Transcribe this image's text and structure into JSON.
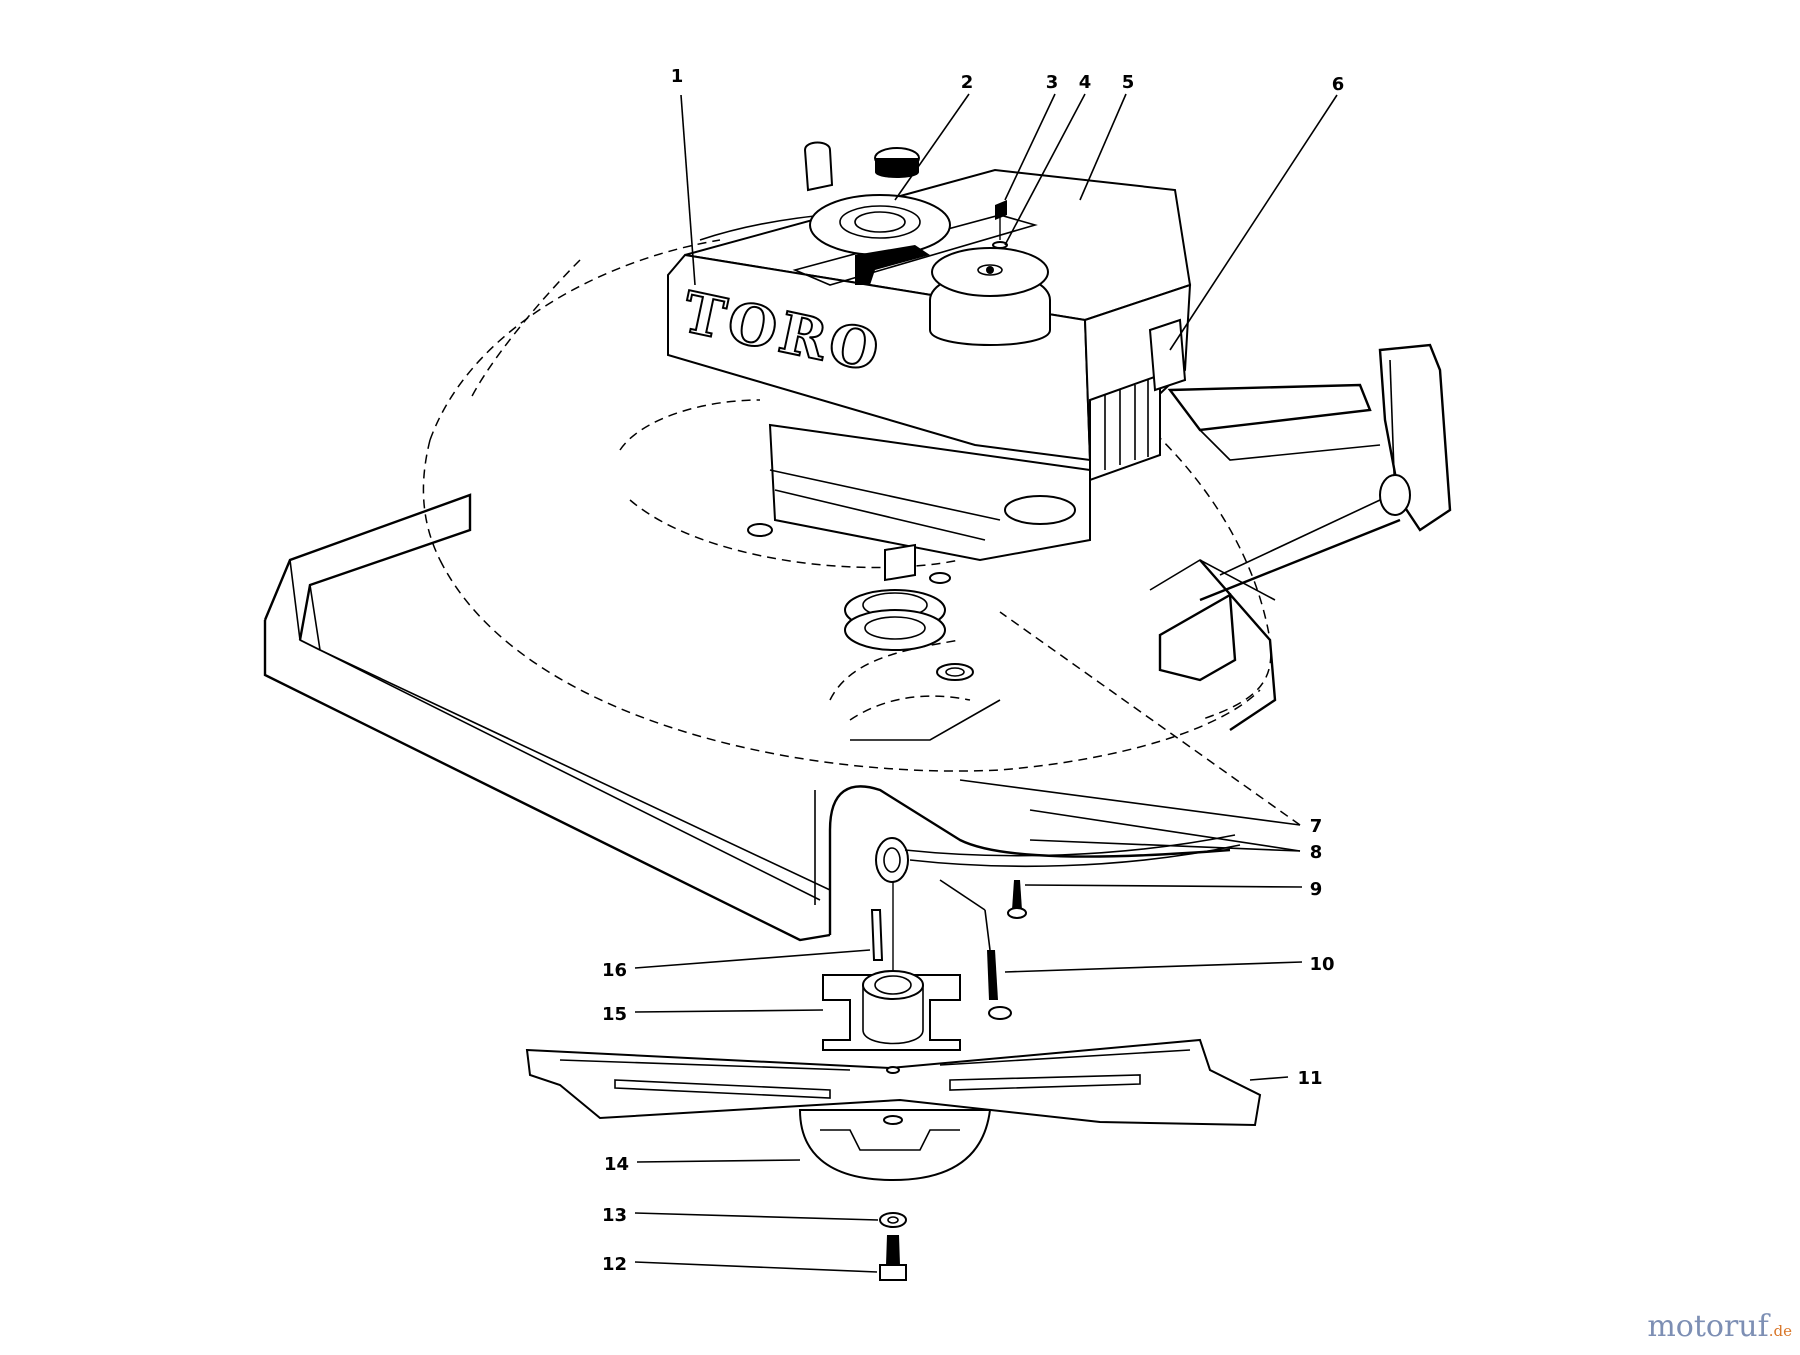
{
  "diagram": {
    "brand_text": "TORO",
    "callouts": [
      {
        "number": "1"
      },
      {
        "number": "2"
      },
      {
        "number": "3"
      },
      {
        "number": "4"
      },
      {
        "number": "5"
      },
      {
        "number": "6"
      },
      {
        "number": "7"
      },
      {
        "number": "8"
      },
      {
        "number": "9"
      },
      {
        "number": "10"
      },
      {
        "number": "11"
      },
      {
        "number": "12"
      },
      {
        "number": "13"
      },
      {
        "number": "14"
      },
      {
        "number": "15"
      },
      {
        "number": "16"
      }
    ]
  },
  "watermark": {
    "main": "motoruf",
    "suffix": ".de"
  }
}
